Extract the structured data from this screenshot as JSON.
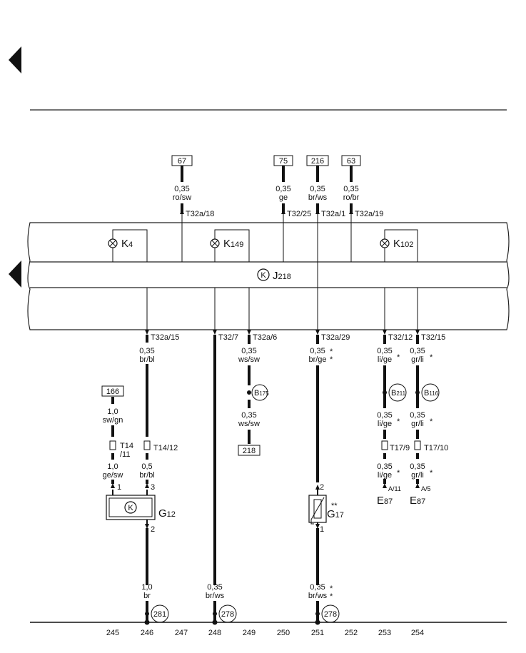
{
  "refs_top": [
    "67",
    "75",
    "216",
    "63"
  ],
  "refs_other": [
    "166",
    "218"
  ],
  "wires_top": [
    {
      "size": "0,35",
      "color": "ro/sw",
      "pin": "T32a/18"
    },
    {
      "size": "0,35",
      "color": "ge",
      "pin": "T32/25"
    },
    {
      "size": "0,35",
      "color": "br/ws",
      "pin": "T32a/1"
    },
    {
      "size": "0,35",
      "color": "ro/br",
      "pin": "T32a/19"
    }
  ],
  "lamps": [
    {
      "name": "K",
      "sub": "4"
    },
    {
      "name": "K",
      "sub": "149"
    },
    {
      "name": "K",
      "sub": "102"
    }
  ],
  "control_unit": {
    "name": "J",
    "sub": "218"
  },
  "pins_bottom": [
    "T32a/15",
    "T32/7",
    "T32a/6",
    "T32a/29",
    "T32/12",
    "T32/15"
  ],
  "wires_mid": [
    {
      "size": "0,35",
      "color": "br/bl"
    },
    {
      "size": "0,35",
      "color": "ws/sw"
    },
    {
      "size": "0,35",
      "color": "br/ge"
    },
    {
      "size": "0,35",
      "color": "li/ge"
    },
    {
      "size": "0,35",
      "color": "gr/li"
    }
  ],
  "splices": [
    {
      "name": "B",
      "sub": "175"
    },
    {
      "name": "B",
      "sub": "211"
    },
    {
      "name": "B",
      "sub": "116"
    }
  ],
  "wires_after_splice": [
    {
      "size": "0,35",
      "color": "ws/sw"
    },
    {
      "size": "0,35",
      "color": "li/ge"
    },
    {
      "size": "0,35",
      "color": "gr/li"
    }
  ],
  "wire_166": {
    "size": "1,0",
    "color": "sw/gn"
  },
  "connectors": [
    "T14",
    "/11",
    "T14/12",
    "T17/9",
    "T17/10"
  ],
  "wires_low": [
    {
      "size": "1,0",
      "color": "ge/sw"
    },
    {
      "size": "0,5",
      "color": "br/bl"
    },
    {
      "size": "0,35",
      "color": "li/ge"
    },
    {
      "size": "0,35",
      "color": "gr/li"
    }
  ],
  "pin_numbers": [
    "1",
    "3",
    "2",
    "2",
    "1"
  ],
  "components": [
    {
      "name": "G",
      "sub": "12"
    },
    {
      "name": "G",
      "sub": "17"
    }
  ],
  "outputs": [
    {
      "pin": "A/11",
      "name": "E",
      "sub": "87"
    },
    {
      "pin": "A/5",
      "name": "E",
      "sub": "87"
    }
  ],
  "wires_bottom": [
    {
      "size": "1,0",
      "color": "br"
    },
    {
      "size": "0,35",
      "color": "br/ws"
    },
    {
      "size": "0,35",
      "color": "br/ws"
    }
  ],
  "ground_refs": [
    "281",
    "278",
    "278"
  ],
  "asterisk": "*",
  "double_asterisk": "**",
  "column_numbers": [
    "245",
    "246",
    "247",
    "248",
    "249",
    "250",
    "251",
    "252",
    "253",
    "254"
  ],
  "colors": {
    "ink": "#111111",
    "band": "#ffffff"
  }
}
